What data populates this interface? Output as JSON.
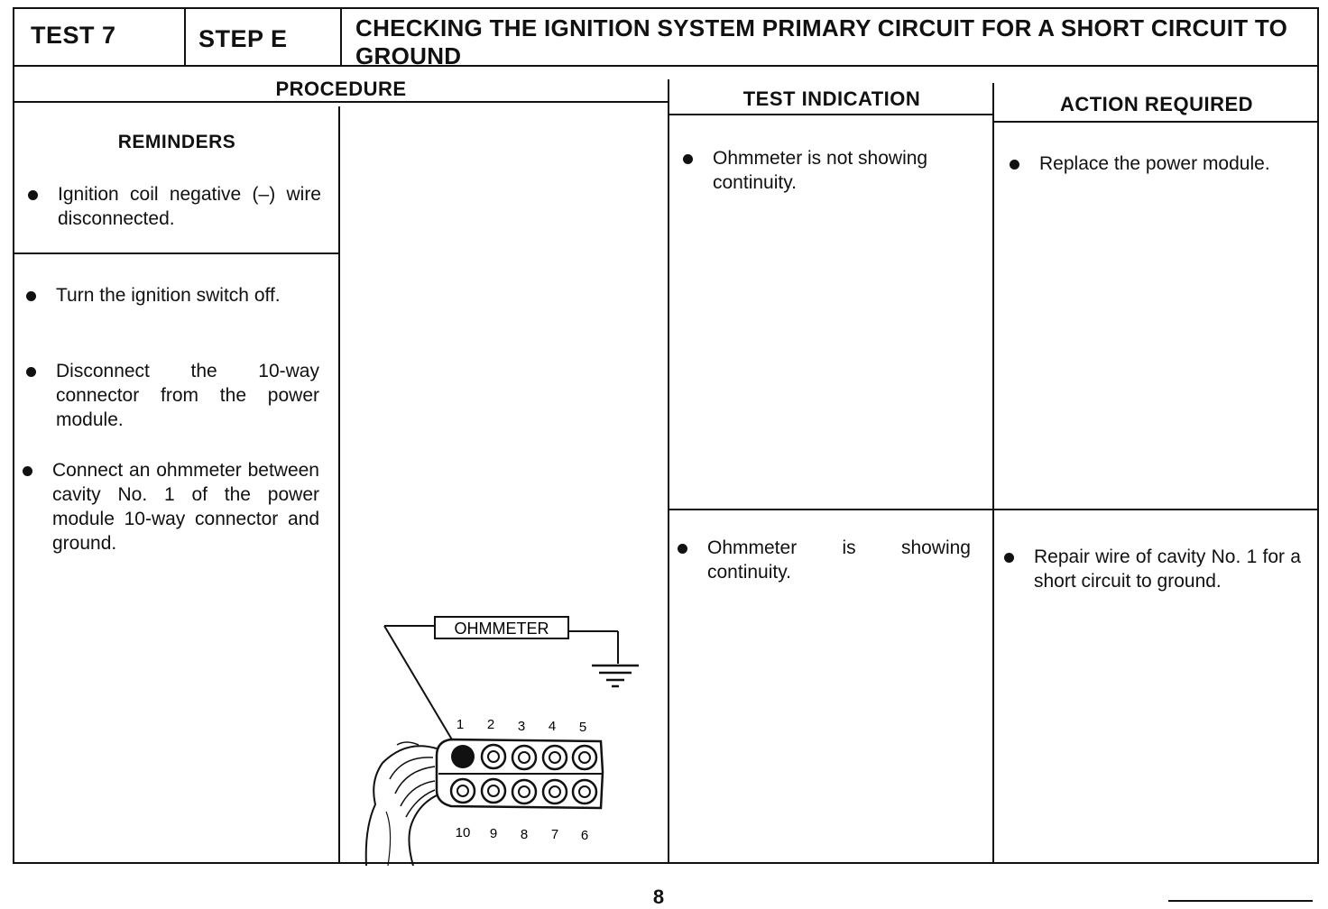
{
  "header": {
    "test": "TEST 7",
    "step": "STEP E",
    "title": "CHECKING THE IGNITION SYSTEM PRIMARY CIRCUIT FOR A SHORT CIRCUIT TO GROUND"
  },
  "columns": {
    "procedure": "PROCEDURE",
    "test_indication": "TEST INDICATION",
    "action_required": "ACTION REQUIRED"
  },
  "reminders": {
    "heading": "REMINDERS",
    "items": [
      "Ignition coil negative (–) wire disconnected."
    ]
  },
  "procedure_steps": [
    "Turn the ignition switch off.",
    "Disconnect the 10-way connector from the power module.",
    "Connect an ohmmeter between cavity No. 1 of the power module 10-way connector and ground."
  ],
  "results": [
    {
      "indication": "Ohmmeter is not showing continuity.",
      "action": "Replace the power module."
    },
    {
      "indication": "Ohmmeter is showing continuity.",
      "action": "Repair wire of cavity No. 1 for a short circuit to ground."
    }
  ],
  "diagram": {
    "meter_label": "OHMMETER",
    "top_row_numbers": [
      "1",
      "2",
      "3",
      "4",
      "5"
    ],
    "bottom_row_numbers": [
      "10",
      "9",
      "8",
      "7",
      "6"
    ]
  },
  "page_number": "8"
}
